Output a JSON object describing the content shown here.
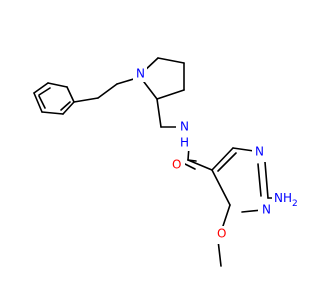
{
  "diagram": {
    "type": "chemical-structure",
    "colors": {
      "bond": "#000000",
      "nitrogen": "#0000ff",
      "oxygen": "#ff0000",
      "background": "#ffffff"
    },
    "labels": {
      "ring_nitrogen": "N",
      "amide_nitrogen": "N",
      "amide_hydrogen": "H",
      "amide_oxygen": "O",
      "pyrimidine_n_top": "N",
      "pyrimidine_n_bottom": "N",
      "amino_group": "NH",
      "amino_subscript": "2",
      "methoxy_oxygen": "O"
    }
  }
}
